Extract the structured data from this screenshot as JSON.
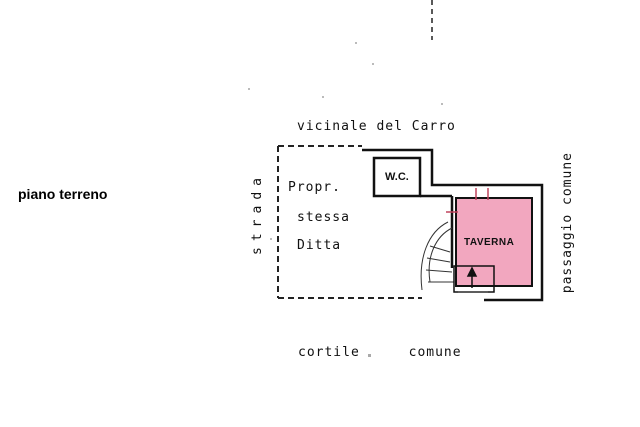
{
  "floor_label": "piano terreno",
  "labels": {
    "top_street": "vicinale del Carro",
    "left_street": "strada",
    "right_passage": "passaggio comune",
    "bottom_yard": "cortile comune",
    "left_room_line1": "Propr.",
    "left_room_line2": "stessa",
    "left_room_line3": "Ditta",
    "wc": "W.C.",
    "main_room": "TAVERNA"
  },
  "colors": {
    "room_fill": "#f2a7bf",
    "wall": "#111111"
  }
}
